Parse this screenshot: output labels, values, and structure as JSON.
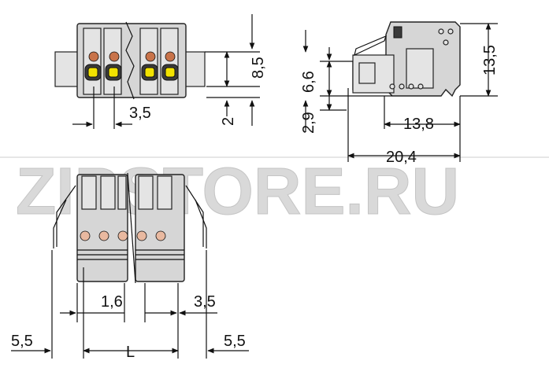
{
  "watermark": "ZIPSTORE.RU",
  "dimensions": {
    "top_pitch": "3,5",
    "top_height_right": "8,5",
    "top_offset": "2",
    "side_height": "13,5",
    "side_pin_height": "6,6",
    "side_pin_offset": "2,9",
    "side_depth": "13,8",
    "side_total": "20,4",
    "bottom_inner": "1,6",
    "bottom_pitch": "3,5",
    "bottom_left_margin": "5,5",
    "bottom_length": "L",
    "bottom_right_margin": "5,5"
  },
  "colors": {
    "housing": "#d6d6d6",
    "release_button": "#f2e200",
    "contact": "#c8734a",
    "watermark": "#d9d9d9"
  }
}
